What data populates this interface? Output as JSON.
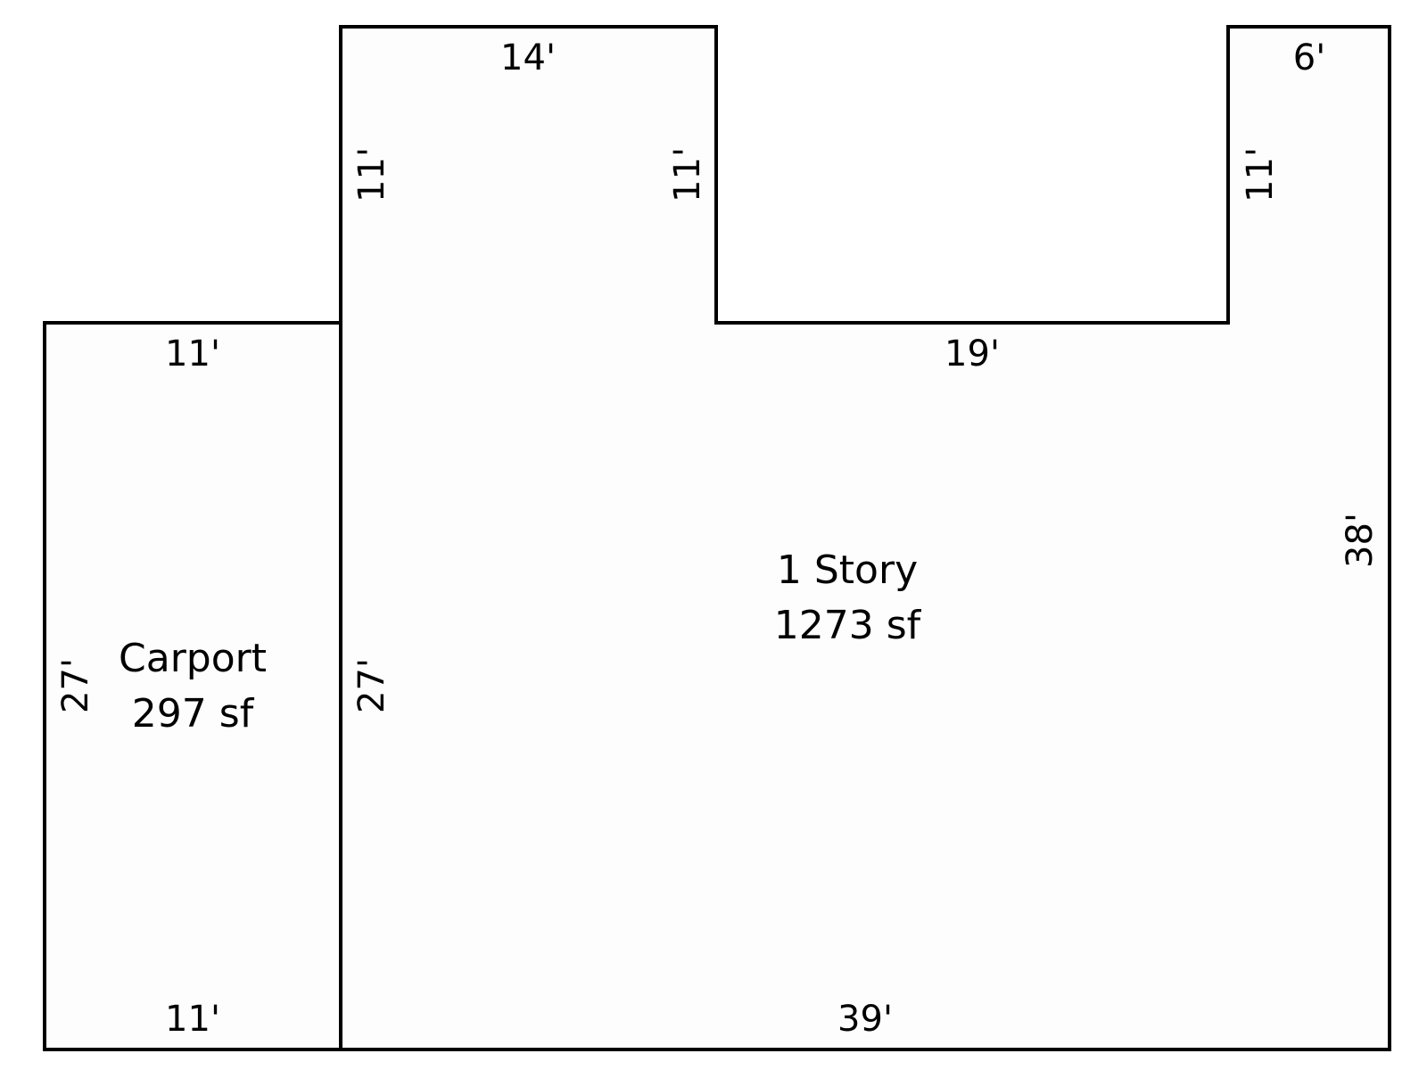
{
  "colors": {
    "background": "#ffffff",
    "room_fill": "#fdfdfd",
    "line": "#000000"
  },
  "areas": {
    "carport": {
      "name": "Carport",
      "area": "297 sf"
    },
    "story": {
      "name": "1 Story",
      "area": "1273 sf"
    }
  },
  "dimensions": {
    "carport_top": "11'",
    "carport_bottom": "11'",
    "carport_left": "27'",
    "carport_right": "27'",
    "wing_left_top": "14'",
    "wing_left_left": "11'",
    "wing_left_right": "11'",
    "notch_bottom": "19'",
    "wing_right_top": "6'",
    "wing_right_left": "11'",
    "story_right": "38'",
    "story_bottom": "39'"
  }
}
